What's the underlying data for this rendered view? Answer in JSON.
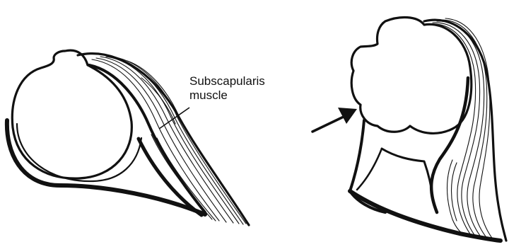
{
  "annotation": {
    "label_line1": "Subscapularis",
    "label_line2": "muscle"
  },
  "panels": [
    {
      "id": "left",
      "description_icon": "humeral-head-normal"
    },
    {
      "id": "right",
      "description_icon": "humeral-head-dislocated"
    }
  ],
  "colors": {
    "ink": "#111111",
    "background": "#ffffff"
  }
}
